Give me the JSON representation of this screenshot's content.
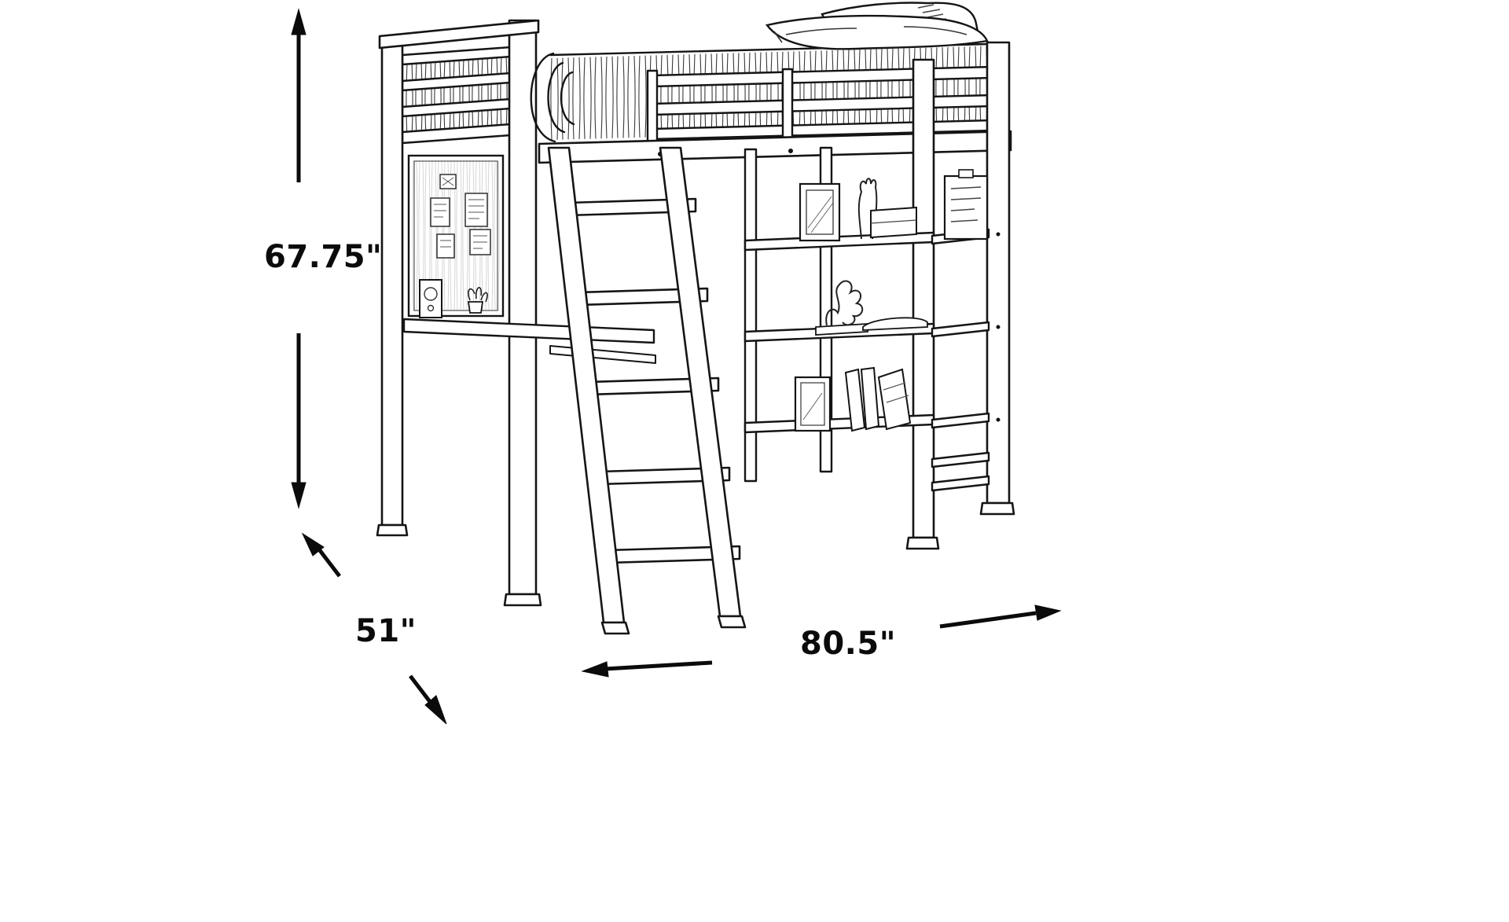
{
  "diagram": {
    "dimensions": {
      "height": "67.75\"",
      "depth": "51\"",
      "width": "80.5\""
    },
    "colors": {
      "background": "#ffffff",
      "line": "#1a1a1a"
    }
  }
}
